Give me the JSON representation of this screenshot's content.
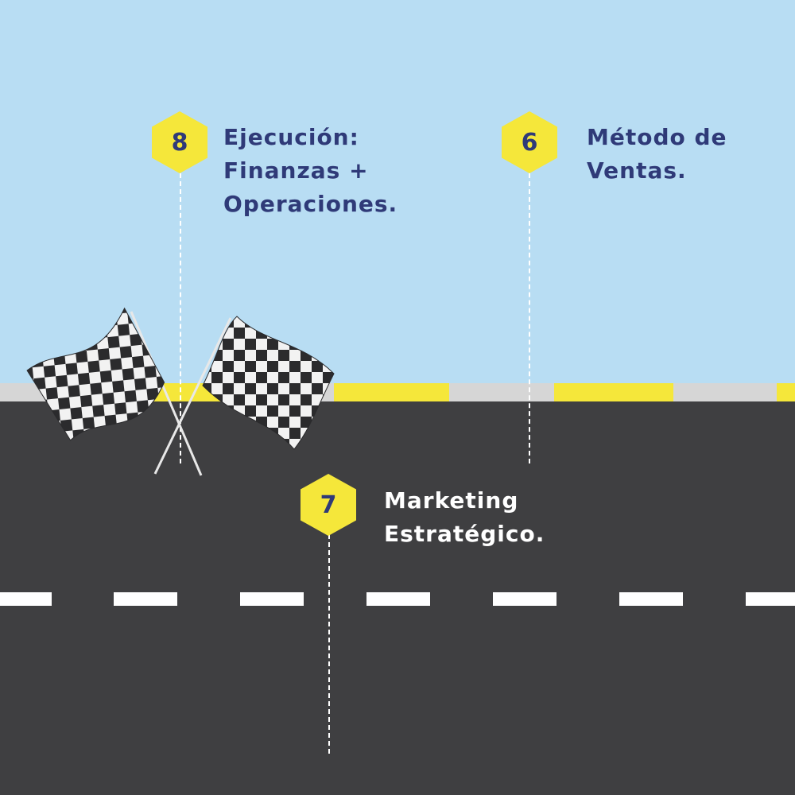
{
  "colors": {
    "sky": "#b8ddf3",
    "road": "#3f3f41",
    "curb_gray": "#d6d6d6",
    "curb_yellow": "#f5e73a",
    "hex_fill": "#f5e73a",
    "hex_text": "#2f3a78",
    "label_sky": "#2f3a78",
    "label_road": "#ffffff"
  },
  "steps": [
    {
      "number": "8",
      "text": "Ejecución:\nFinanzas +\nOperaciones."
    },
    {
      "number": "6",
      "text": "Método de\nVentas."
    },
    {
      "number": "7",
      "text": "Marketing\nEstratégico."
    }
  ],
  "icons": [
    "checkered-flag-left-icon",
    "checkered-flag-right-icon"
  ]
}
